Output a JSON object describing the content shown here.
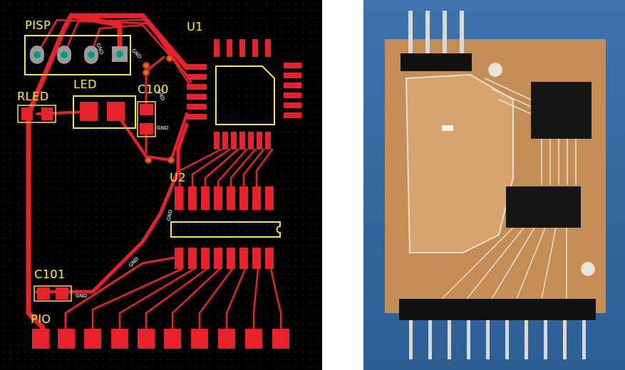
{
  "diagram": {
    "labels": [
      "PISP",
      "U1",
      "RLED",
      "LED",
      "C100",
      "U2",
      "C101",
      "PIO",
      "GND",
      "GND",
      "GND",
      "GND",
      "GND",
      "GND",
      "GND"
    ]
  }
}
